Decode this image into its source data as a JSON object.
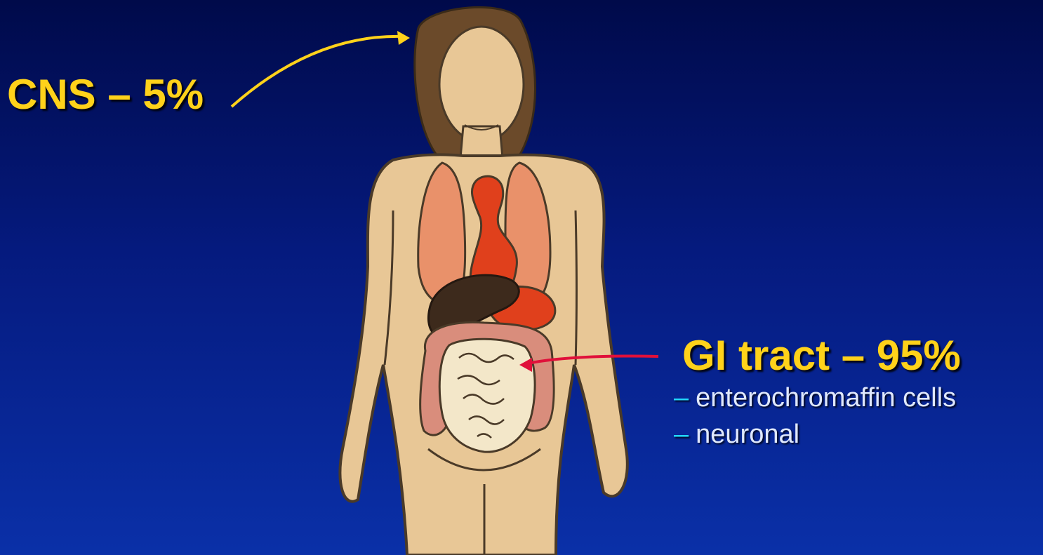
{
  "labels": {
    "cns": "CNS – 5%",
    "gi": "GI tract – 95%",
    "gi_details": [
      "enterochromaffin cells",
      "neuronal"
    ],
    "bullet": "–"
  },
  "colors": {
    "background_top": "#000a4a",
    "background_bottom": "#0a30a8",
    "label_yellow": "#ffd21a",
    "detail_text": "#dfe8ff",
    "bullet_cyan": "#22d8ff",
    "cns_arrow": "#ffd21a",
    "gi_arrow": "#e0103a",
    "hair": "#6b4a2a",
    "skin": "#e8c796",
    "outline": "#4a3a28",
    "lungs": "#e9916a",
    "heart": "#e0401c",
    "liver": "#3d2a1c",
    "colon": "#d98d7c",
    "small_intestine": "#f3e7c9"
  },
  "icons": [
    "human-body-figure",
    "brain-region",
    "gut-region"
  ]
}
